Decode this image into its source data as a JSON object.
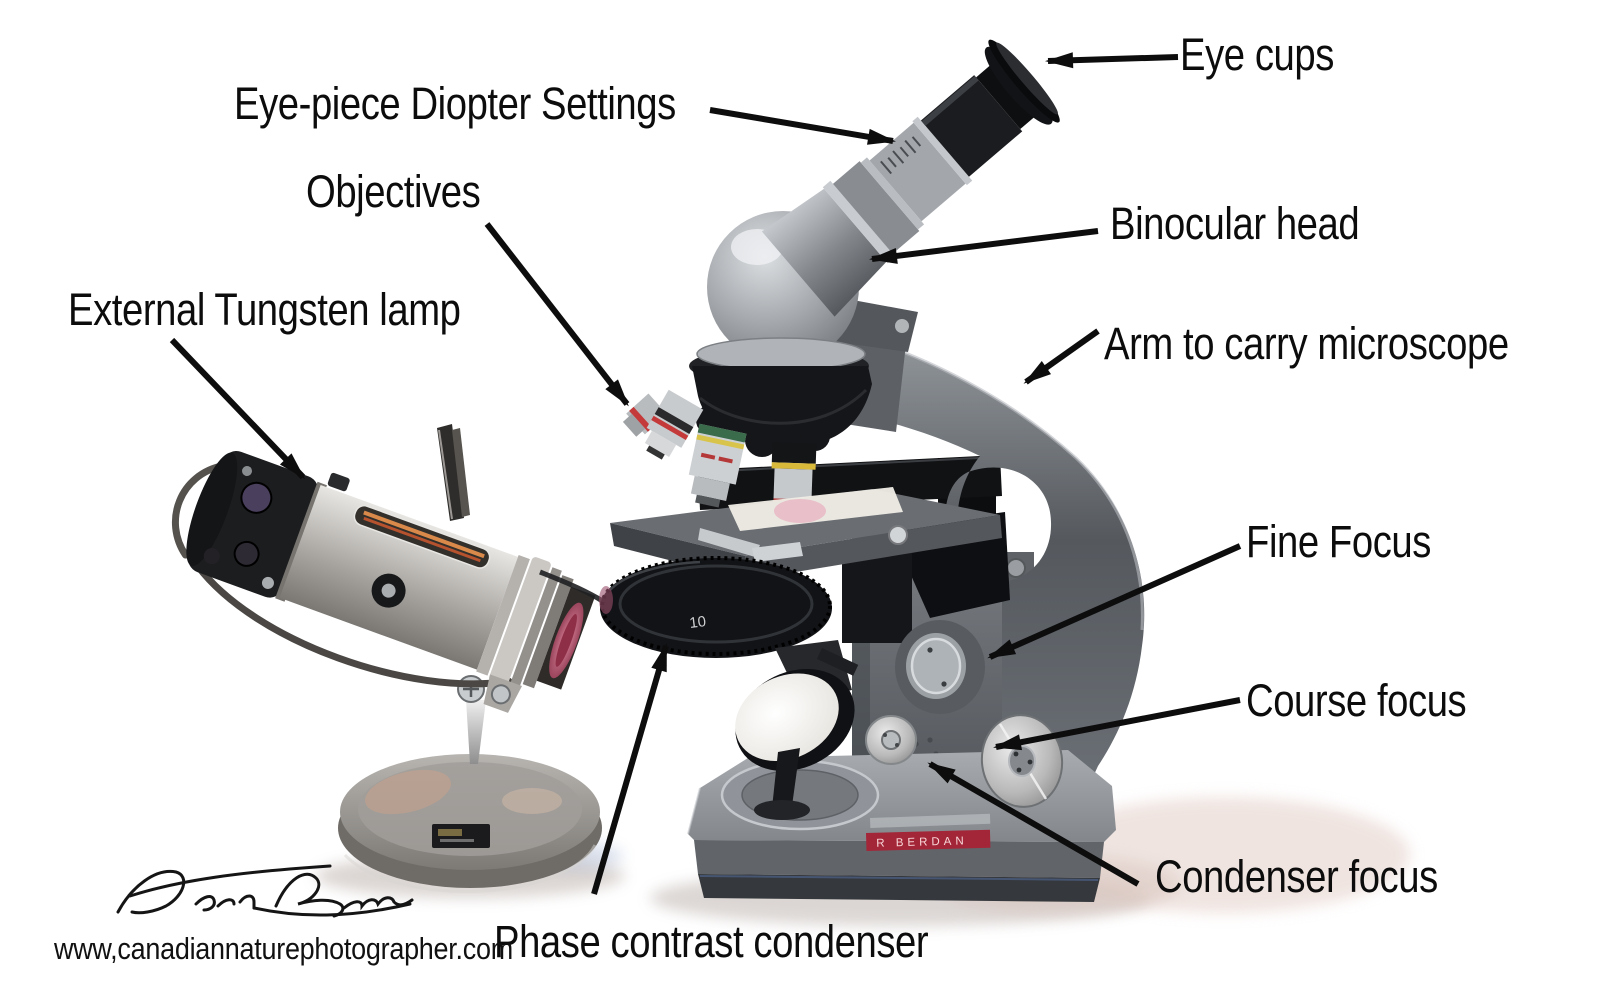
{
  "scene": {
    "description": "Labeled photo-diagram of a binocular compound microscope beside an external tungsten lamp on a round stand",
    "background": "#ffffff"
  },
  "labels": [
    {
      "id": "eye-cups",
      "text": "Eye cups"
    },
    {
      "id": "eyepiece-diopter-settings",
      "text": "Eye-piece Diopter Settings"
    },
    {
      "id": "objectives",
      "text": "Objectives"
    },
    {
      "id": "binocular-head",
      "text": "Binocular head"
    },
    {
      "id": "external-tungsten-lamp",
      "text": "External Tungsten lamp"
    },
    {
      "id": "arm-to-carry-microscope",
      "text": "Arm to carry microscope"
    },
    {
      "id": "fine-focus",
      "text": "Fine Focus"
    },
    {
      "id": "course-focus",
      "text": "Course focus"
    },
    {
      "id": "condenser-focus",
      "text": "Condenser focus"
    },
    {
      "id": "phase-contrast-condenser",
      "text": "Phase contrast condenser"
    }
  ],
  "markings": {
    "condenser_turret_position": "10",
    "base_name_tape": "R BERDAN"
  },
  "credit": {
    "signature": "Robert Berdan",
    "website": "www,canadiannaturephotographer.com"
  },
  "colors": {
    "label_text": "#0c0c0c",
    "arrow": "#0d0d0d",
    "microscope_gray": "#75797e",
    "microscope_black": "#17181a",
    "lamp_silver": "#cfccc8",
    "name_tape_red": "#a32638",
    "lens_glow_pink": "#d2677f",
    "background": "#ffffff"
  }
}
